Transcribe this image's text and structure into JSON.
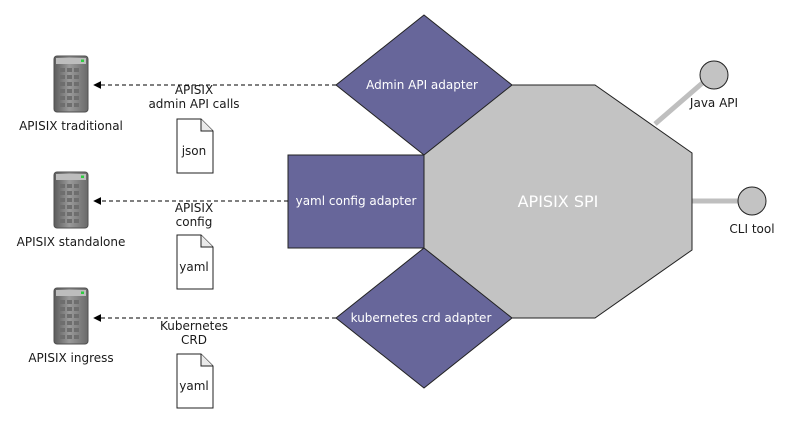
{
  "core": {
    "label": "APISIX SPI"
  },
  "adapters": {
    "admin": "Admin API adapter",
    "yaml": "yaml config adapter",
    "crd": "kubernetes crd adapter"
  },
  "interfaces": {
    "java": "Java API",
    "cli": "CLI tool"
  },
  "targets": {
    "traditional": {
      "name": "APISIX traditional",
      "flow": [
        "APISIX",
        "admin API calls"
      ],
      "format": "json"
    },
    "standalone": {
      "name": "APISIX standalone",
      "flow": [
        "APISIX",
        "config"
      ],
      "format": "yaml"
    },
    "ingress": {
      "name": "APISIX ingress",
      "flow": [
        "Kubernetes",
        "CRD"
      ],
      "format": "yaml"
    }
  },
  "colors": {
    "core_fill": "#c3c3c3",
    "adapter_fill": "#67669a",
    "connector": "#bfbfbf",
    "server_body": "#8a8a8a"
  }
}
